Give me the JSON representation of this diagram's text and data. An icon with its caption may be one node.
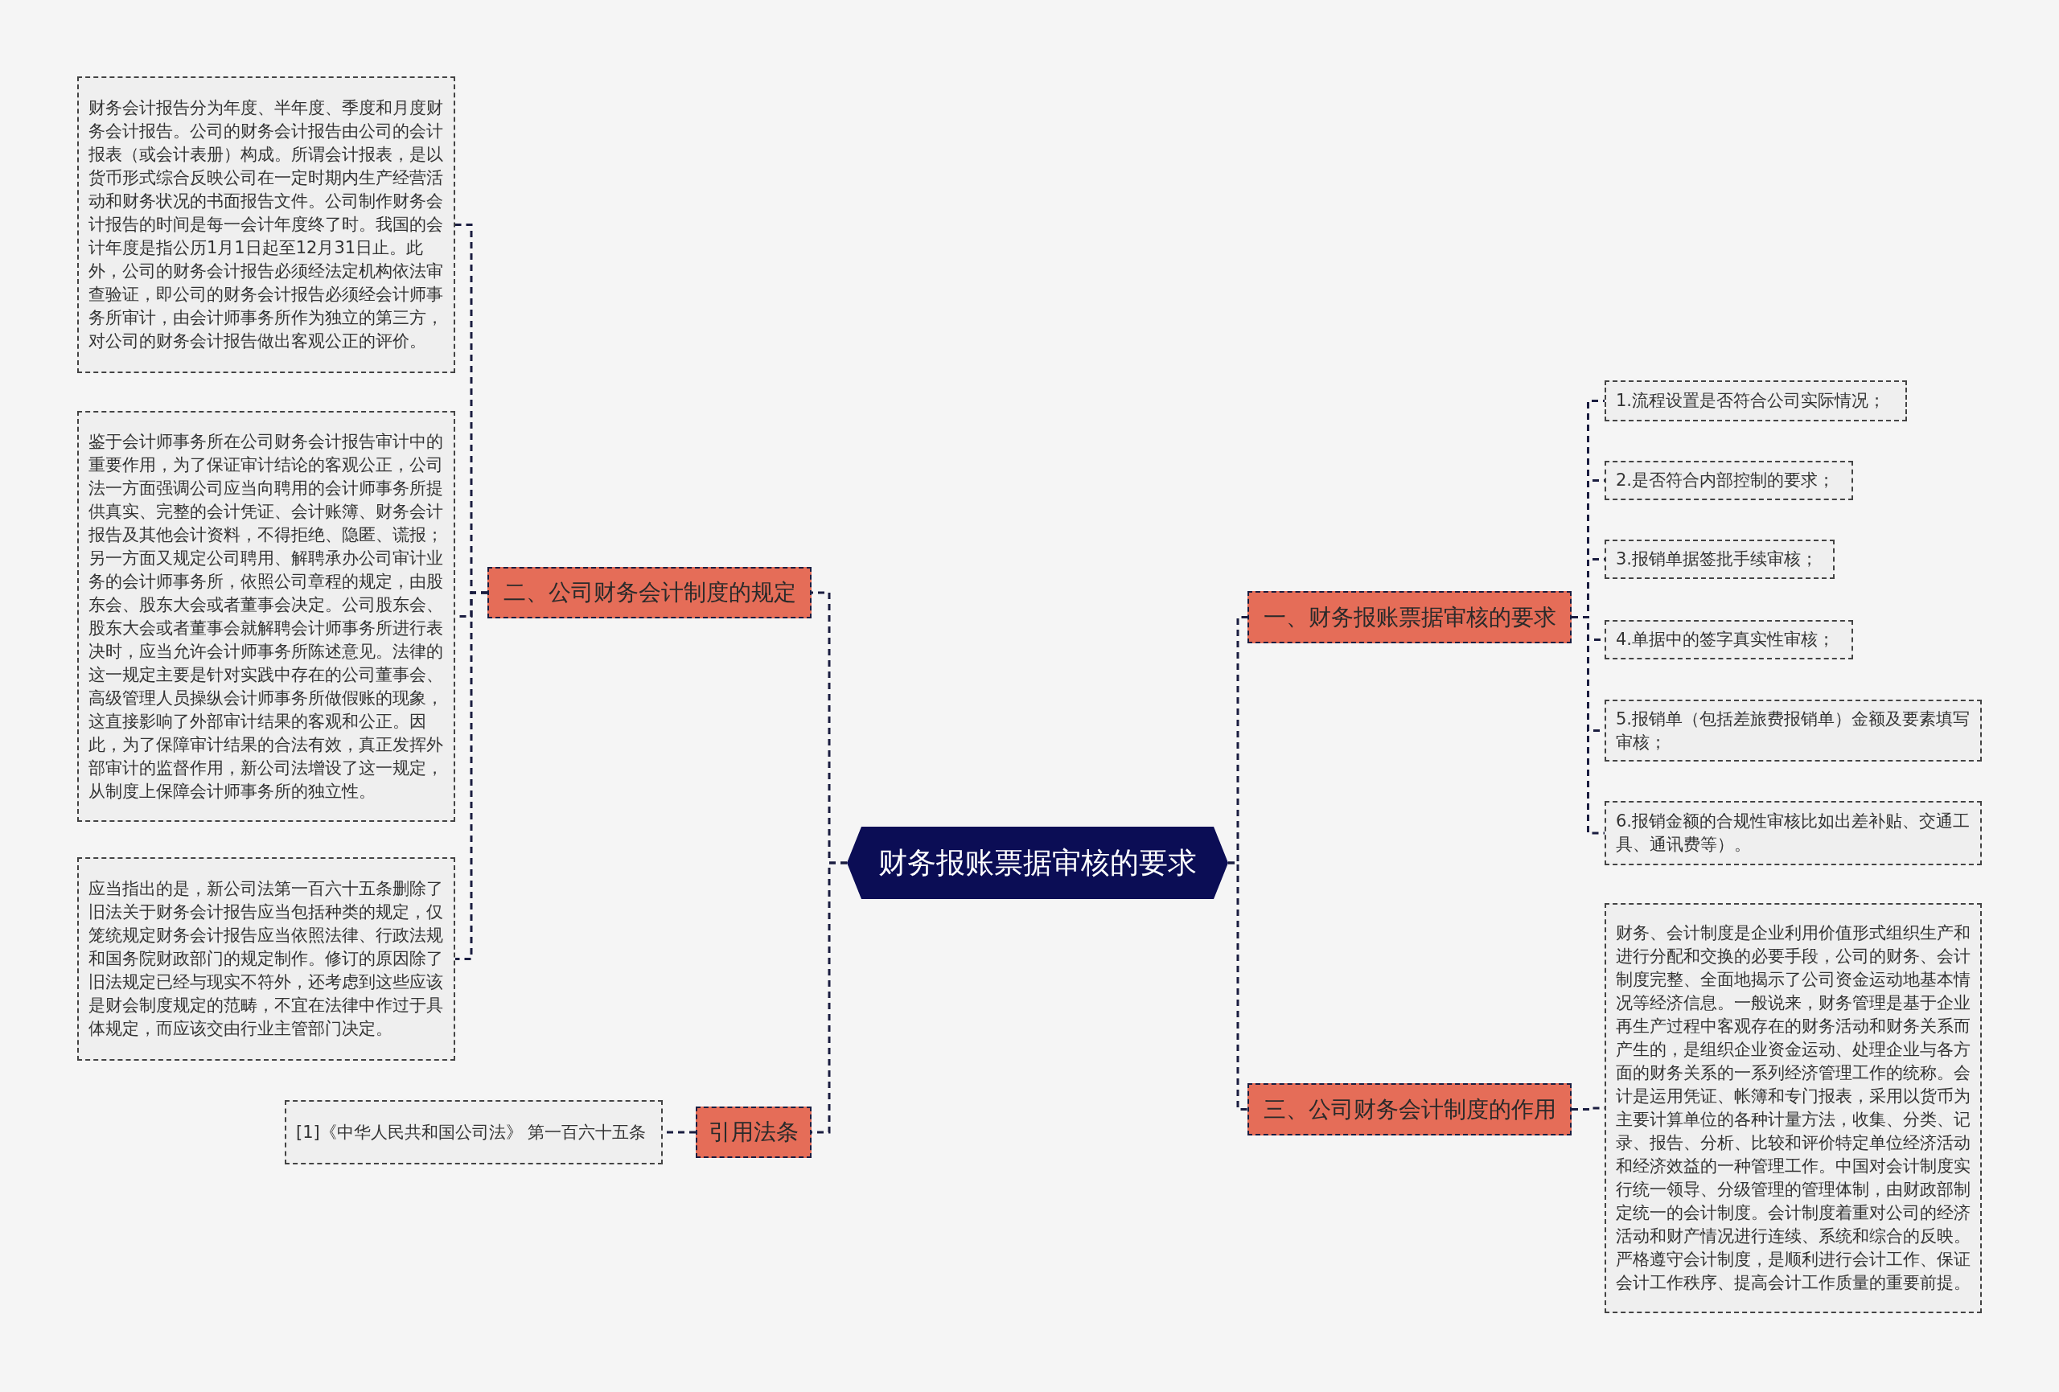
{
  "diagram": {
    "nodes": [
      {
        "text": [
          "财务报账票据审核的要求"
        ]
      },
      {
        "text": [
          "二、公司财务会计制度的规定"
        ]
      },
      {
        "text": [
          "财务会计报告分为年度、半年度、季度和月度财务会计报告。公司的财务会计报告由公司的会计报表（或会计表册）构成。所谓会计报表，是以货币形式综合反映公司在一定时期内生产经营活动和财务状况的书面报告文件。公司制作财务会计报告的时间是每一会计年度终了时。我国的会计年度是指公历1月1日起至12月31日止。此外，公司的财务会计报告必须经法定机构依法审查验证，即公司的财务会计报告必须经会计师事务所审计，由会计师事务所作为独立的第三方，对公司的财务会计报告做出客观公正的评价。"
        ]
      },
      {
        "text": [
          "鉴于会计师事务所在公司财务会计报告审计中的重要作用，为了保证审计结论的客观公正，公司法一方面强调公司应当向聘用的会计师事务所提供真实、完整的会计凭证、会计账簿、财务会计报告及其他会计资料，不得拒绝、隐匿、谎报；另一方面又规定公司聘用、解聘承办公司审计业务的会计师事务所，依照公司章程的规定，由股东会、股东大会或者董事会决定。公司股东会、股东大会或者董事会就解聘会计师事务所进行表决时，应当允许会计师事务所陈述意见。法律的这一规定主要是针对实践中存在的公司董事会、高级管理人员操纵会计师事务所做假账的现象，这直接影响了外部审计结果的客观和公正。因此，为了保障审计结果的合法有效，真正发挥外部审计的监督作用，新公司法增设了这一规定，从制度上保障会计师事务所的独立性。"
        ]
      },
      {
        "text": [
          "应当指出的是，新公司法第一百六十五条删除了旧法关于财务会计报告应当包括种类的规定，仅笼统规定财务会计报告应当依照法律、行政法规和国务院财政部门的规定制作。修订的原因除了旧法规定已经与现实不符外，还考虑到这些应该是财会制度规定的范畴，不宜在法律中作过于具体规定，而应该交由行业主管部门决定。"
        ]
      },
      {
        "text": [
          "引用法条"
        ]
      },
      {
        "text": [
          "[1]《中华人民共和国公司法》 第一百六十五条"
        ]
      },
      {
        "text": [
          "一、财务报账票据审核的要求"
        ]
      },
      {
        "text": [
          "1.流程设置是否符合公司实际情况；"
        ]
      },
      {
        "text": [
          "2.是否符合内部控制的要求；"
        ]
      },
      {
        "text": [
          "3.报销单据签批手续审核；"
        ]
      },
      {
        "text": [
          "4.单据中的签字真实性审核；"
        ]
      },
      {
        "text": [
          "5.报销单（包括差旅费报销单）金额及要素填写审核；"
        ]
      },
      {
        "text": [
          "6.报销金额的合规性审核比如出差补贴、交通工具、通讯费等）。"
        ]
      },
      {
        "text": [
          "三、公司财务会计制度的作用"
        ]
      },
      {
        "text": [
          "财务、会计制度是企业利用价值形式组织生产和进行分配和交换的必要手段，公司的财务、会计制度完整、全面地揭示了公司资金运动地基本情况等经济信息。一般说来，财务管理是基于企业再生产过程中客观存在的财务活动和财务关系而产生的，是组织企业资金运动、处理企业与各方面的财务关系的一系列经济管理工作的统称。会计是运用凭证、帐簿和专门报表，采用以货币为主要计算单位的各种计量方法，收集、分类、记录、报告、分析、比较和评价特定单位经济活动和经济效益的一种管理工作。中国对会计制度实行统一领导、分级管理的管理体制，由财政部制定统一的会计制度。会计制度着重对公司的经济活动和财产情况进行连续、系统和综合的反映。严格遵守会计制度，是顺利进行会计工作、保证会计工作秩序、提高会计工作质量的重要前提。"
        ]
      }
    ],
    "edges": [
      {
        "from": 0,
        "to": 1,
        "arrow": "none"
      },
      {
        "from": 1,
        "to": 2,
        "arrow": "none"
      },
      {
        "from": 1,
        "to": 3,
        "arrow": "none"
      },
      {
        "from": 1,
        "to": 4,
        "arrow": "none"
      },
      {
        "from": 0,
        "to": 5,
        "arrow": "none"
      },
      {
        "from": 5,
        "to": 6,
        "arrow": "none"
      },
      {
        "from": 0,
        "to": 7,
        "arrow": "none"
      },
      {
        "from": 7,
        "to": 8,
        "arrow": "none"
      },
      {
        "from": 7,
        "to": 9,
        "arrow": "none"
      },
      {
        "from": 7,
        "to": 10,
        "arrow": "none"
      },
      {
        "from": 7,
        "to": 11,
        "arrow": "none"
      },
      {
        "from": 7,
        "to": 12,
        "arrow": "none"
      },
      {
        "from": 7,
        "to": 13,
        "arrow": "none"
      },
      {
        "from": 0,
        "to": 14,
        "arrow": "none"
      },
      {
        "from": 14,
        "to": 15,
        "arrow": "none"
      }
    ]
  }
}
